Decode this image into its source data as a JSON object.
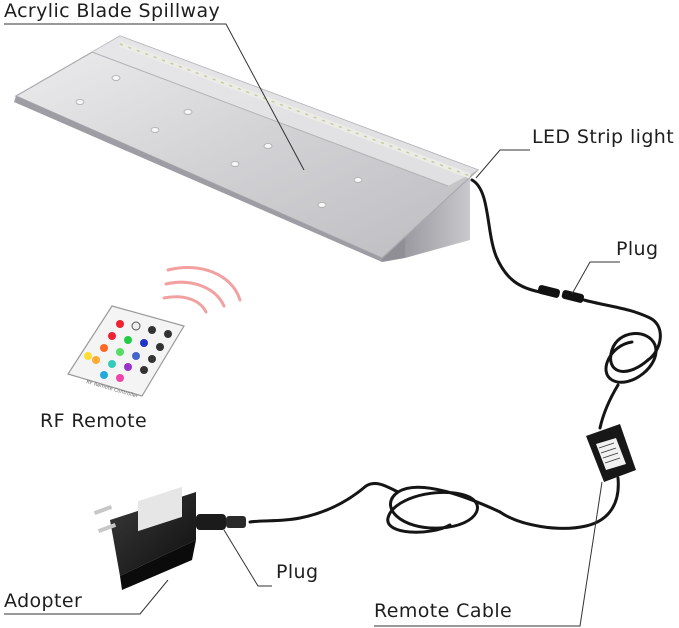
{
  "labels": {
    "spillway": "Acrylic Blade Spillway",
    "led": "LED Strip light",
    "plug_top": "Plug",
    "rf_remote": "RF Remote",
    "plug_bottom": "Plug",
    "adopter": "Adopter",
    "remote_cable": "Remote Cable"
  },
  "remote_small_text": "RF Remote Controller",
  "colors": {
    "text": "#1e1e1e",
    "leader_line": "#333333",
    "cable": "#151515",
    "spillway_body": "#d6d6d8",
    "signal_waves": "#f2a0a0",
    "remote_body": "#f4f4f4"
  }
}
